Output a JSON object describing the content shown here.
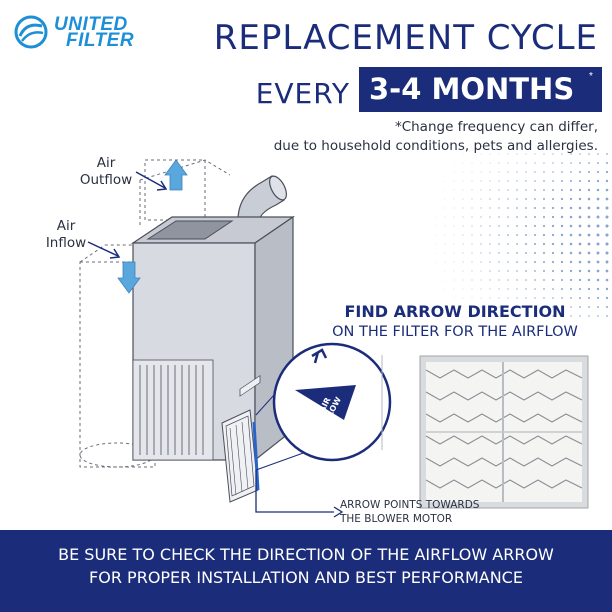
{
  "brand": {
    "line1": "UNITED",
    "line2": "FILTER",
    "color": "#1d8fd6"
  },
  "header": {
    "title": "REPLACEMENT CYCLE",
    "every": "EVERY",
    "interval": "3-4 MONTHS",
    "asterisk": "*"
  },
  "note": {
    "line1": "*Change frequency can differ,",
    "line2": "due to household conditions, pets and allergies."
  },
  "diagram": {
    "outflow_line1": "Air",
    "outflow_line2": "Outflow",
    "inflow_line1": "Air",
    "inflow_line2": "Inflow",
    "badge_line1": "AIR",
    "badge_line2": "FLOW"
  },
  "find": {
    "title": "FIND ARROW DIRECTION",
    "subtitle": "ON THE FILTER FOR THE AIRFLOW"
  },
  "arrow_note": {
    "line1": "ARROW POINTS TOWARDS",
    "line2": "THE BLOWER MOTOR"
  },
  "footer": {
    "line1": "BE SURE TO CHECK THE DIRECTION OF THE AIRFLOW ARROW",
    "line2": "FOR PROPER INSTALLATION AND BEST PERFORMANCE"
  },
  "colors": {
    "navy": "#1b2d7a",
    "accent_blue": "#1d8fd6",
    "arrow_blue": "#5aa7dd",
    "dot_blue": "#2a5aa8"
  }
}
